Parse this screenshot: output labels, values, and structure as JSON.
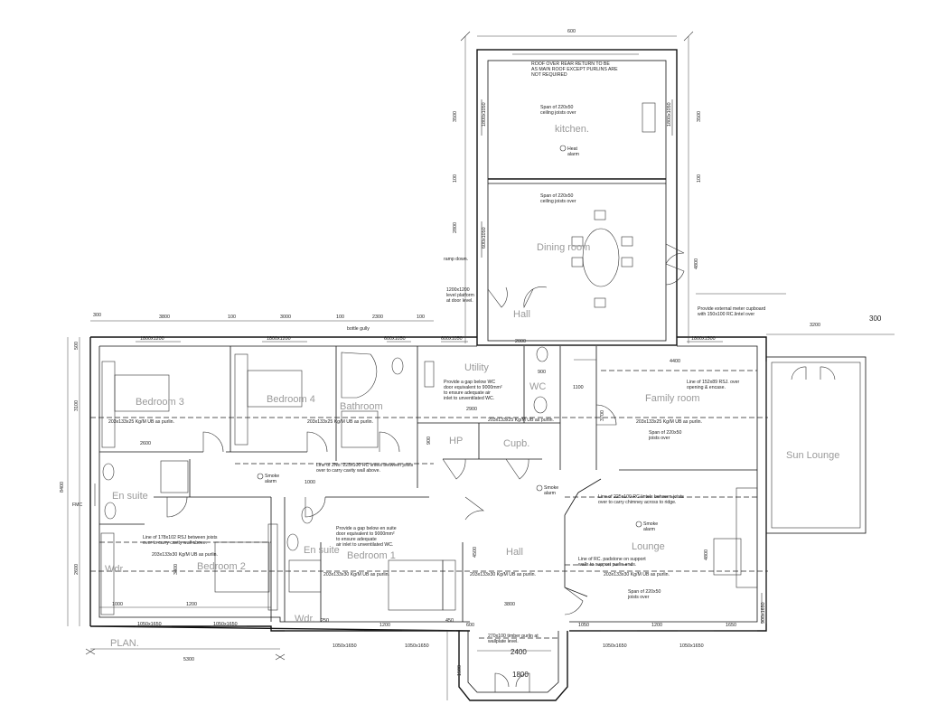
{
  "rooms": {
    "kitchen": "kitchen.",
    "dining": "Dining room",
    "hall_top": "Hall",
    "utility": "Utility",
    "wc": "WC",
    "family": "Family room",
    "sun": "Sun Lounge",
    "bed3": "Bedroom 3",
    "bed4": "Bedroom 4",
    "bath": "Bathroom",
    "hp": "HP",
    "cupb": "Cupb.",
    "ensuite1": "En suite",
    "ensuite2": "En suite",
    "bed2": "Bedroom 2",
    "bed1": "Bedroom 1",
    "wdr1": "Wdr.",
    "wdr2": "Wdr.",
    "hall_main": "Hall",
    "lounge": "Lounge",
    "plan": "PLAN."
  },
  "notes": {
    "roof1": "ROOF OVER REAR RETURN TO BE",
    "roof2": "AS MAIN ROOF EXCEPT PURLINS ARE",
    "roof3": "NOT REQUIRED",
    "kspan1": "Span of 220x50",
    "kspan2": "ceiling joists over",
    "heat1": "Heat",
    "heat2": "alarm",
    "dspan1": "Span of 220x50",
    "dspan2": "ceiling joists over",
    "ramp": "ramp down.",
    "platform1": "1200x1200",
    "platform2": "level platform",
    "platform3": "at door level.",
    "water1": "Provide external meter cupboard",
    "water2": "with 150x100 RC.lintel over",
    "gap1": "Provide a gap below WC",
    "gap2": "door equivalent to 9000mm²",
    "gap3": "to ensure adequate air",
    "gap4": "inlet to unventilated WC.",
    "rsj1": "Line of 152x89 RSJ. over",
    "rsj2": "opening & encase.",
    "purlin1": "203x133x25 Kg/M UB as purlin.",
    "purlin2": "203x133x25 Kg/M UB as purlin.",
    "purlin3": "203x133x25 Kg/M UB as purlin.",
    "purlin4": "203x133x25 Kg/M UB as purlin.",
    "fspan1": "Span of 220x50",
    "fspan2": "joists over",
    "lint1": "Line of 2No. 225x100 RC lintels between joists",
    "lint2": "over to carry cavity wall above.",
    "smoke1": "Smoke",
    "smoke2": "alarm",
    "smoke3": "Smoke",
    "smoke4": "alarm",
    "smoke5": "Smoke",
    "smoke6": "alarm",
    "lint3": "Line of 225x100 RC lintels between joists",
    "lint4": "over to carry chimney across to ridge.",
    "rsj3": "Line of 178x102 RSJ between joists",
    "rsj4": "over to carry cavity wall above.",
    "purlin5": "203x133x30 Kg/M UB as purlin.",
    "purlin6": "203x133x30 Kg/M UB as purlin.",
    "purlin7": "203x133x30 Kg/M UB as purlin.",
    "purlin8": "203x133x30 Kg/M UB as purlin.",
    "gap5": "Provide a gap below en suite",
    "gap6": "door equivalent to 9000mm²",
    "gap7": "to ensure adequate",
    "gap8": "air inlet to unventilated WC.",
    "pad1": "Line of RC. padstone on support",
    "pad2": "walls to support purlin ends.",
    "lspan1": "Span of 220x50",
    "lspan2": "joists over",
    "timber1": "270x100 timber purlin at",
    "timber2": "wallplate level.",
    "fmc": "FMC",
    "gully": "bottle gully"
  },
  "dims": {
    "d600": "600",
    "d3500a": "3500",
    "d3500b": "3500",
    "d100a": "100",
    "d100b": "100",
    "d2800": "2800",
    "d4800": "4800",
    "d300": "300",
    "d3200": "3200",
    "d300b": "300",
    "d3800": "3800",
    "d100c": "100",
    "d3000a": "3000",
    "d100d": "100",
    "d2300": "2300",
    "d100e": "100",
    "d1800x1200": "1800x1200",
    "d1800x1200b": "1800x1200",
    "d600x1050": "600x1050",
    "d600x1050b": "600x1050",
    "d1800x1500": "1800x1500",
    "d1800x1050": "1800x1050",
    "d1800x1050b": "1800x1050",
    "d600x1050c": "600x1050",
    "d900": "900",
    "d2000": "2000",
    "d1100": "1100",
    "d4400": "4400",
    "d2900": "2900",
    "d3700": "3700",
    "d2600a": "2600",
    "d900b": "900",
    "d1000a": "1000",
    "d8400": "8400",
    "d2600b": "2600",
    "d3400": "3400",
    "d4500": "4500",
    "d3800b": "3800",
    "d4800b": "4800",
    "d1000b": "1000",
    "d1200a": "1200",
    "d1200b": "1200",
    "d250": "250",
    "d450": "450",
    "d600b": "600",
    "d1050": "1050",
    "d1200c": "1200",
    "d1650": "1650",
    "d1050x1650a": "1050x1650",
    "d1050x1650b": "1050x1650",
    "d1050x1650c": "1050x1650",
    "d1050x1650d": "1050x1650",
    "d1050x1650e": "1050x1650",
    "d1050x1650f": "1050x1650",
    "d900x1650": "900x1650",
    "d5300": "5300",
    "d2400": "2400",
    "d1800": "1800",
    "d1500": "1500",
    "d3100": "3100",
    "d500": "500"
  }
}
